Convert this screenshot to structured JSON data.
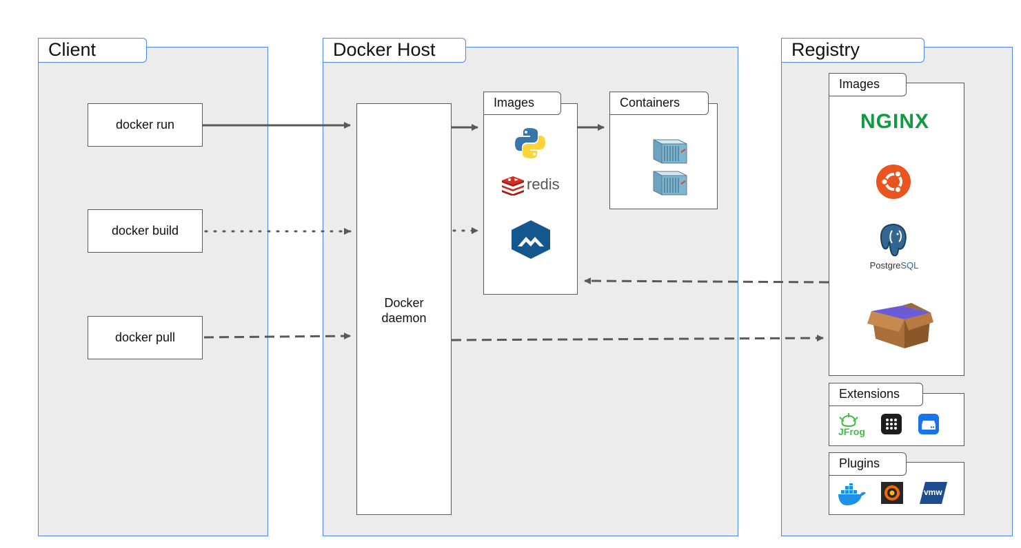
{
  "client": {
    "title": "Client",
    "commands": [
      "docker run",
      "docker build",
      "docker pull"
    ]
  },
  "host": {
    "title": "Docker Host",
    "daemon_label_1": "Docker",
    "daemon_label_2": "daemon",
    "images_title": "Images",
    "containers_title": "Containers",
    "redis_text": "redis"
  },
  "registry": {
    "title": "Registry",
    "images_title": "Images",
    "extensions_title": "Extensions",
    "plugins_title": "Plugins",
    "nginx_text": "NGINX",
    "postgres_text_1": "Postgre",
    "postgres_text_2": "SQL",
    "jfrog_text": "JFrog",
    "vmw_text": "vmw"
  },
  "colors": {
    "panel_border": "#4a86e8",
    "panel_fill": "#ececec",
    "arrow": "#595959",
    "nginx": "#109c3e",
    "ubuntu": "#e95420"
  }
}
